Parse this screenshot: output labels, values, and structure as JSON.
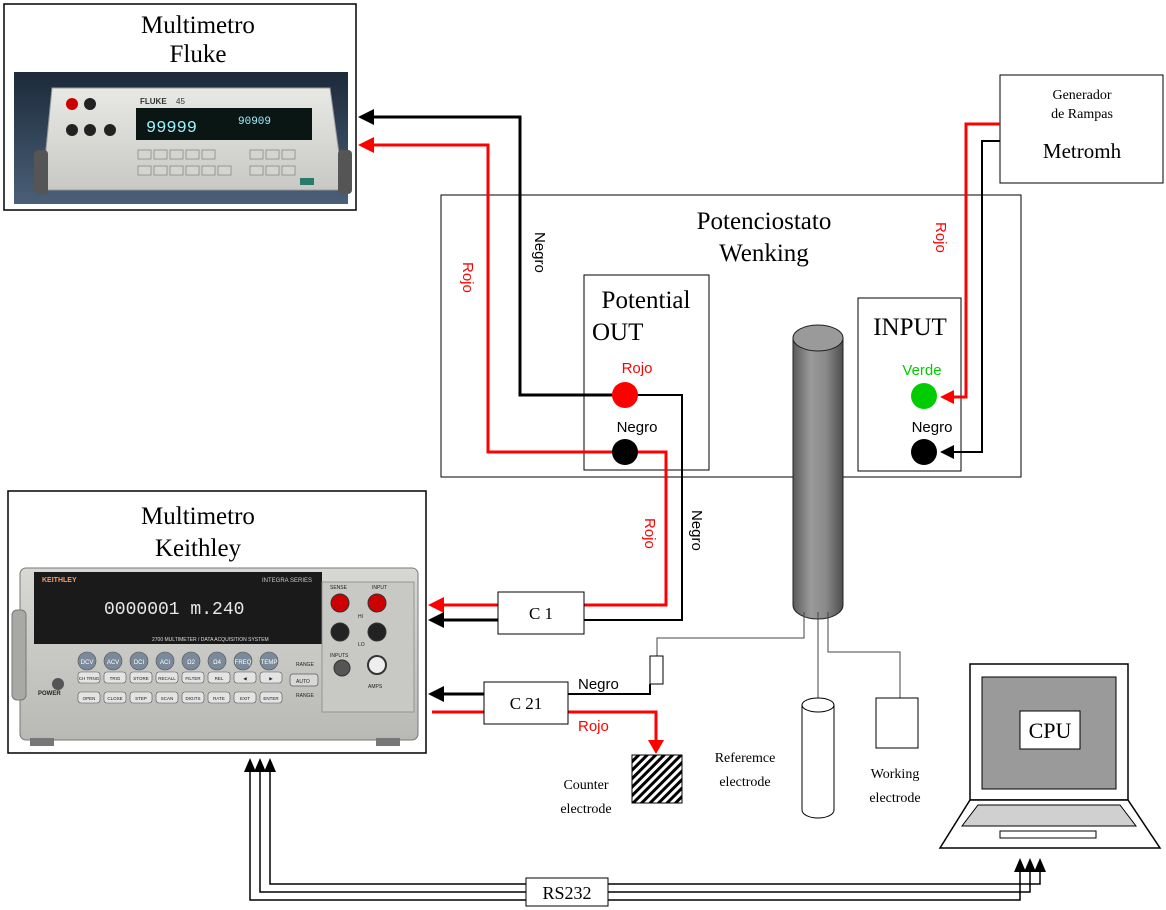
{
  "fluke": {
    "title_line1": "Multimetro",
    "title_line2": "Fluke",
    "brand": "FLUKE",
    "model": "45",
    "display_main": "99999",
    "display_secondary": "90909"
  },
  "keithley": {
    "title_line1": "Multimetro",
    "title_line2": "Keithley",
    "brand": "KEITHLEY",
    "series": "INTEGRA SERIES",
    "display": "0000001 m.240",
    "system_label": "2700 MULTIMETER / DATA ACQUISITION SYSTEM",
    "power_label": "POWER",
    "keys_row1": [
      "DCV",
      "ACV",
      "DCI",
      "ACI",
      "Ω2",
      "Ω4",
      "FREQ",
      "TEMP"
    ],
    "keys_row2": [
      "CH TRNG",
      "TRIG",
      "STORE",
      "RECALL",
      "FILTER",
      "REL",
      "◀",
      "▶"
    ],
    "keys_row3": [
      "OPEN",
      "CLOSE",
      "STEP",
      "SCAN",
      "DIGITS",
      "RATE",
      "EXIT",
      "ENTER"
    ],
    "range_labels": [
      "RANGE",
      "AUTO",
      "RANGE"
    ],
    "input_label": "INPUT",
    "sense_label": "SENSE",
    "hi_label": "HI",
    "lo_label": "LO",
    "inputs_label": "INPUTS",
    "amps_label": "AMPS"
  },
  "generador": {
    "line1": "Generador",
    "line2": "de Rampas",
    "name": "Metromh"
  },
  "potenciostato": {
    "line1": "Potenciostato",
    "line2": "Wenking"
  },
  "potential_out": {
    "line1": "Potential",
    "line2": "OUT",
    "red_label": "Rojo",
    "black_label": "Negro"
  },
  "input_box": {
    "title": "INPUT",
    "green_label": "Verde",
    "black_label": "Negro"
  },
  "wire_labels": {
    "rojo_fluke": "Rojo",
    "negro_fluke": "Negro",
    "rojo_gen": "Rojo",
    "rojo_c1": "Rojo",
    "negro_c1": "Negro",
    "negro_c21": "Negro",
    "rojo_c21": "Rojo"
  },
  "connectors": {
    "c1": "C 1",
    "c21": "C 21",
    "rs232": "RS232"
  },
  "electrodes": {
    "counter_line1": "Counter",
    "counter_line2": "electrode",
    "reference_line1": "Referemce",
    "reference_line2": "electrode",
    "working_line1": "Working",
    "working_line2": "electrode"
  },
  "cpu": {
    "label": "CPU"
  },
  "colors": {
    "red": "#ff0000",
    "black": "#000000",
    "green": "#00cc00",
    "cylinder": "#7f7f7f"
  }
}
